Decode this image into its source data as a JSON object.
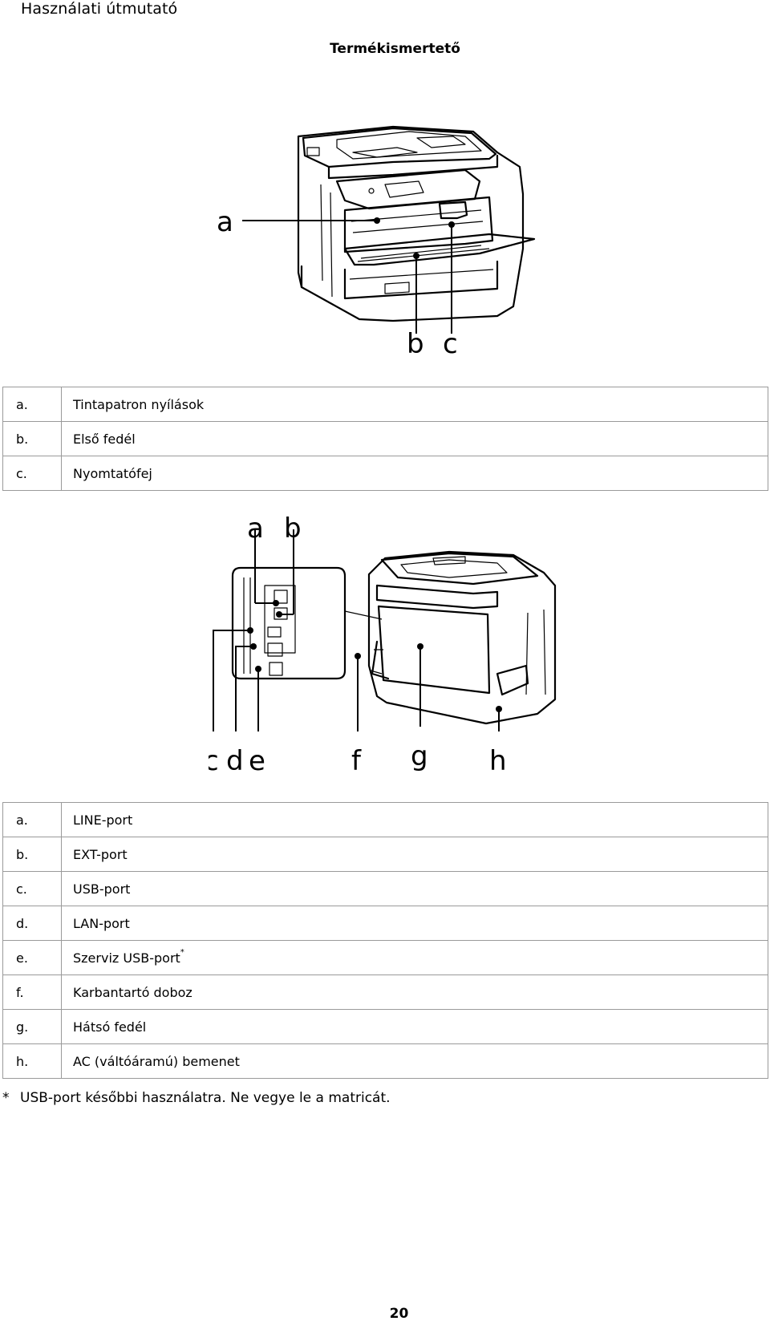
{
  "header": {
    "title": "Használati útmutató"
  },
  "section": {
    "title": "Termékismertető"
  },
  "front_figure": {
    "callouts": {
      "a": "a",
      "b": "b",
      "c": "c"
    }
  },
  "front_legend": [
    {
      "key": "a.",
      "desc": "Tintapatron nyílások"
    },
    {
      "key": "b.",
      "desc": "Első fedél"
    },
    {
      "key": "c.",
      "desc": "Nyomtatófej"
    }
  ],
  "rear_figure": {
    "callouts": {
      "a": "a",
      "b": "b",
      "c": "c",
      "d": "d",
      "e": "e",
      "f": "f",
      "g": "g",
      "h": "h"
    }
  },
  "rear_legend": [
    {
      "key": "a.",
      "desc": "LINE-port"
    },
    {
      "key": "b.",
      "desc": "EXT-port"
    },
    {
      "key": "c.",
      "desc": "USB-port"
    },
    {
      "key": "d.",
      "desc": "LAN-port"
    },
    {
      "key": "e.",
      "desc": "Szerviz USB-port",
      "sup": "*"
    },
    {
      "key": "f.",
      "desc": "Karbantartó doboz"
    },
    {
      "key": "g.",
      "desc": "Hátsó fedél"
    },
    {
      "key": "h.",
      "desc": "AC (váltóáramú) bemenet"
    }
  ],
  "footnote": {
    "mark": "*",
    "text": "USB-port későbbi használatra. Ne vegye le a matricát."
  },
  "page": {
    "number": "20"
  }
}
